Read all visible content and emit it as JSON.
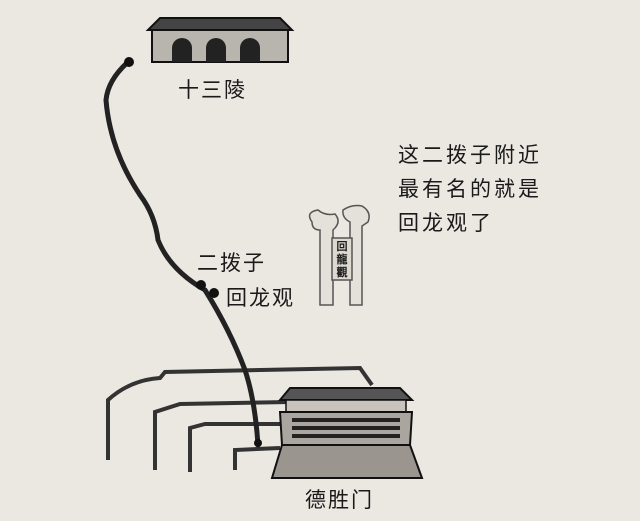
{
  "places": {
    "ming_tombs": "十三陵",
    "erbozi": "二拨子",
    "huilongguan": "回龙观",
    "deshengmen": "德胜门"
  },
  "note": {
    "lines": [
      "这二拨子附近",
      "最有名的就是",
      "回龙观了"
    ]
  },
  "sign_text": "回龍觀",
  "colors": {
    "background": "#ebe7e1",
    "ink": "#1a1a1a"
  }
}
